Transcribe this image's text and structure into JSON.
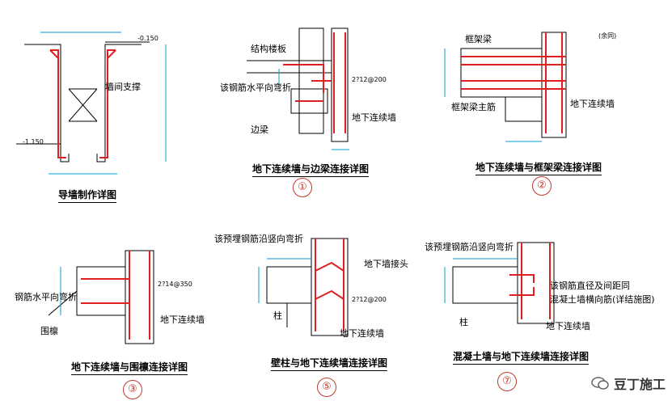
{
  "colors": {
    "rebar": "#e02020",
    "outline": "#000000",
    "dim": "#00a0d0",
    "circle": "#c0392b"
  },
  "panels": {
    "p_guide": {
      "title": "导墙制作详图",
      "labels": {
        "brace": "墙间支撑",
        "elev1": "-0.150",
        "elev2": "-1.150"
      }
    },
    "p1": {
      "title": "地下连续墙与边梁连接详图",
      "circle": "①",
      "labels": {
        "slab": "结构楼板",
        "bend": "该钢筋水平向弯折",
        "edge_beam": "边梁",
        "wall": "地下连续墙",
        "rebar": "2?12@200"
      }
    },
    "p2": {
      "title": "地下连续墙与框架梁连接详图",
      "circle": "②",
      "labels": {
        "frame_beam": "框架梁",
        "main_bar": "框架梁主筋",
        "wall": "地下连续墙",
        "note": "(余同)"
      }
    },
    "p3": {
      "title": "地下连续墙与围檩连接详图",
      "circle": "③",
      "labels": {
        "bend": "钢筋水平向弯折",
        "purlin": "围檩",
        "wall": "地下连续墙",
        "rebar": "2?14@350"
      }
    },
    "p5": {
      "title": "壁柱与地下连续墙连接详图",
      "circle": "⑤",
      "labels": {
        "embed": "该预埋钢筋沿竖向弯折",
        "joint": "地下墙接头",
        "column": "柱",
        "wall": "地下连续墙",
        "rebar": "2?12@200"
      }
    },
    "p7": {
      "title": "混凝土墙与地下连续墙连接详图",
      "circle": "⑦",
      "labels": {
        "embed": "该预埋钢筋沿竖向弯折",
        "note1": "该钢筋直径及间距同",
        "note2": "混凝土墙横向筋(详结施图)",
        "column": "柱",
        "wall": "地下连续墙"
      }
    }
  },
  "watermark": {
    "text": "豆丁施工"
  }
}
